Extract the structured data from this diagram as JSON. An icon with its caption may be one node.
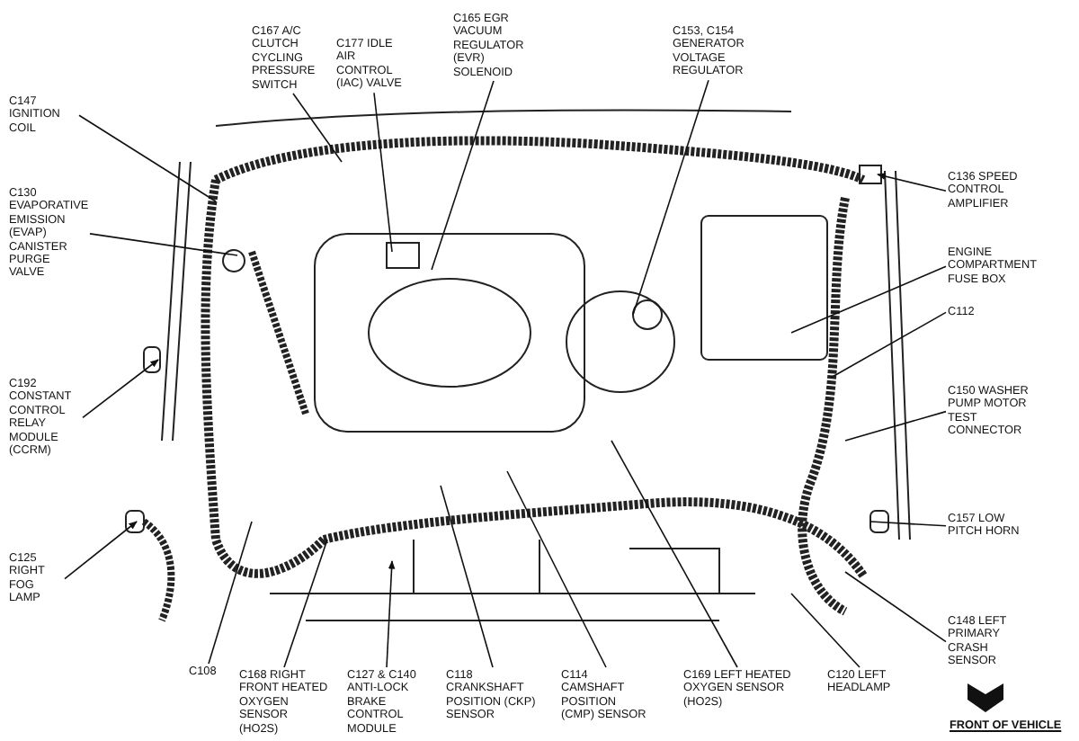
{
  "diagram": {
    "nodes": [
      {
        "text": [
          "C167 A/C CLUTCH CYCLING PRESSURE SWITCH"
        ]
      },
      {
        "text": [
          "C177 IDLE AIR CONTROL (IAC) VALVE"
        ]
      },
      {
        "text": [
          "C165 EGR VACUUM REGULATOR (EVR) SOLENOID"
        ]
      },
      {
        "text": [
          "C153, C154 GENERATOR VOLTAGE REGULATOR"
        ]
      },
      {
        "text": [
          "C147 IGNITION COIL"
        ]
      },
      {
        "text": [
          "C130 EVAPORATIVE EMISSION (EVAP) CANISTER PURGE VALVE"
        ]
      },
      {
        "text": [
          "C136 SPEED CONTROL AMPLIFIER"
        ]
      },
      {
        "text": [
          "ENGINE COMPARTMENT FUSE BOX"
        ]
      },
      {
        "text": [
          "C112"
        ]
      },
      {
        "text": [
          "C150 WASHER PUMP MOTOR TEST CONNECTOR"
        ]
      },
      {
        "text": [
          "C157 LOW PITCH HORN"
        ]
      },
      {
        "text": [
          "C148 LEFT PRIMARY CRASH SENSOR"
        ]
      },
      {
        "text": [
          "C192 CONSTANT CONTROL RELAY MODULE (CCRM)"
        ]
      },
      {
        "text": [
          "C125 RIGHT FOG LAMP"
        ]
      },
      {
        "text": [
          "C108"
        ]
      },
      {
        "text": [
          "C168 RIGHT FRONT HEATED OXYGEN SENSOR (HO2S)"
        ]
      },
      {
        "text": [
          "C127 & C140 ANTI-LOCK BRAKE CONTROL MODULE"
        ]
      },
      {
        "text": [
          "C118 CRANKSHAFT POSITION (CKP) SENSOR"
        ]
      },
      {
        "text": [
          "C114 CAMSHAFT POSITION (CMP) SENSOR"
        ]
      },
      {
        "text": [
          "C169 LEFT HEATED OXYGEN SENSOR (HO2S)"
        ]
      },
      {
        "text": [
          "C120 LEFT HEADLAMP"
        ]
      }
    ],
    "edges": [
      {
        "from": 0,
        "to": null,
        "arrow": "none"
      },
      {
        "from": 1,
        "to": null,
        "arrow": "none"
      },
      {
        "from": 2,
        "to": null,
        "arrow": "none"
      },
      {
        "from": 3,
        "to": null,
        "arrow": "none"
      },
      {
        "from": 4,
        "to": null,
        "arrow": "none"
      },
      {
        "from": 5,
        "to": null,
        "arrow": "none"
      },
      {
        "from": 6,
        "to": null,
        "arrow": "to"
      },
      {
        "from": 7,
        "to": null,
        "arrow": "none"
      },
      {
        "from": 8,
        "to": null,
        "arrow": "none"
      },
      {
        "from": 9,
        "to": null,
        "arrow": "none"
      },
      {
        "from": 10,
        "to": null,
        "arrow": "none"
      },
      {
        "from": 11,
        "to": null,
        "arrow": "none"
      },
      {
        "from": 12,
        "to": null,
        "arrow": "to"
      },
      {
        "from": 13,
        "to": null,
        "arrow": "to"
      },
      {
        "from": 14,
        "to": null,
        "arrow": "none"
      },
      {
        "from": 15,
        "to": null,
        "arrow": "none"
      },
      {
        "from": 16,
        "to": null,
        "arrow": "to"
      },
      {
        "from": 17,
        "to": null,
        "arrow": "none"
      },
      {
        "from": 18,
        "to": null,
        "arrow": "none"
      },
      {
        "from": 19,
        "to": null,
        "arrow": "none"
      },
      {
        "from": 20,
        "to": null,
        "arrow": "none"
      }
    ],
    "labels": [
      "FRONT OF VEHICLE"
    ]
  }
}
